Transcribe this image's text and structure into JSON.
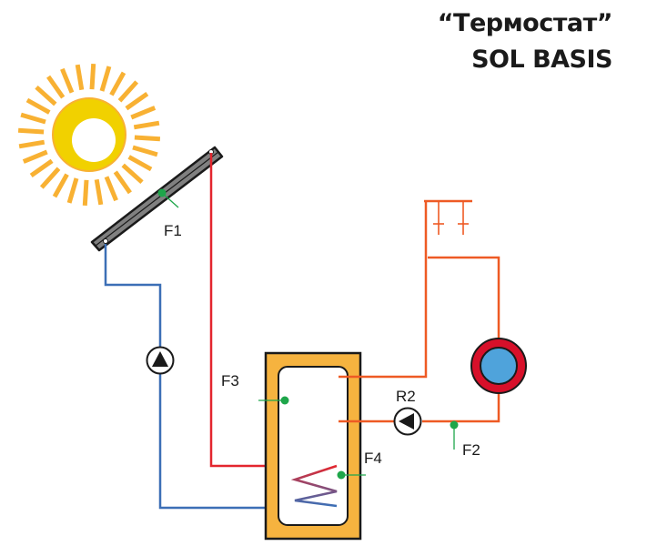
{
  "header": {
    "title_line1": "“Термостат”",
    "title_line2": "SOL BASIS"
  },
  "labels": {
    "collector_sensor": "F1",
    "boiler_sensor": "F2",
    "tank_top_sensor": "F3",
    "tank_bottom_sensor": "F4",
    "circulation_pump": "R2"
  },
  "colors": {
    "flow_hot": "#e3262e",
    "flow_cold": "#3c6fb6",
    "heating_circuit": "#ee5a24",
    "tank_fill": "#f6b33f",
    "sun_rays": "#f8b133",
    "sun_ring": "#f1d100",
    "sensor": "#1ea64a",
    "boiler_outer": "#d7102a",
    "boiler_inner": "#4fa3db"
  }
}
